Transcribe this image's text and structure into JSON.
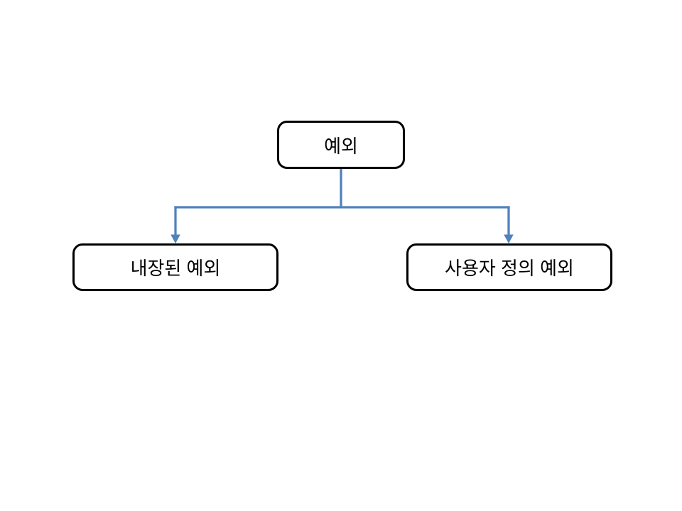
{
  "colors": {
    "connector": "#4f81bd",
    "node_border": "#000000",
    "node_fill": "#ffffff",
    "text": "#000000",
    "background": "#ffffff"
  },
  "diagram": {
    "root": {
      "label": "예외"
    },
    "children": [
      {
        "label": "내장된 예외"
      },
      {
        "label": "사용자 정의 예외"
      }
    ]
  }
}
